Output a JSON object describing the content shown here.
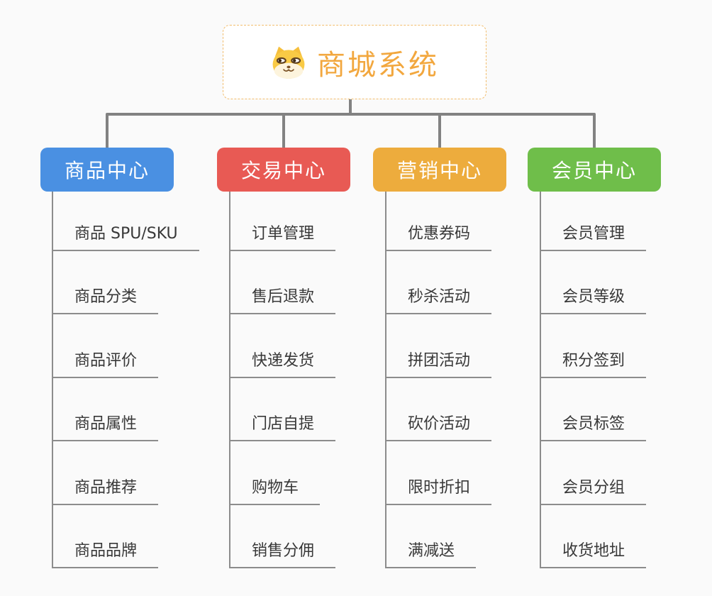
{
  "app": {
    "background": "#fafafa",
    "connector_color": "#828282"
  },
  "root": {
    "title": "商城系统",
    "icon": "shiba-dog-icon",
    "text_color": "#f2a73e",
    "border_color": "#f2bd6d",
    "background": "#ffffff"
  },
  "branches": [
    {
      "label": "商品中心",
      "color": "#4a90e2",
      "children": [
        "商品 SPU/SKU",
        "商品分类",
        "商品评价",
        "商品属性",
        "商品推荐",
        "商品品牌"
      ]
    },
    {
      "label": "交易中心",
      "color": "#e85a54",
      "children": [
        "订单管理",
        "售后退款",
        "快递发货",
        "门店自提",
        "购物车",
        "销售分佣"
      ]
    },
    {
      "label": "营销中心",
      "color": "#edac3d",
      "children": [
        "优惠券码",
        "秒杀活动",
        "拼团活动",
        "砍价活动",
        "限时折扣",
        "满减送"
      ]
    },
    {
      "label": "会员中心",
      "color": "#6fbe4a",
      "children": [
        "会员管理",
        "会员等级",
        "积分签到",
        "会员标签",
        "会员分组",
        "收货地址"
      ]
    }
  ]
}
